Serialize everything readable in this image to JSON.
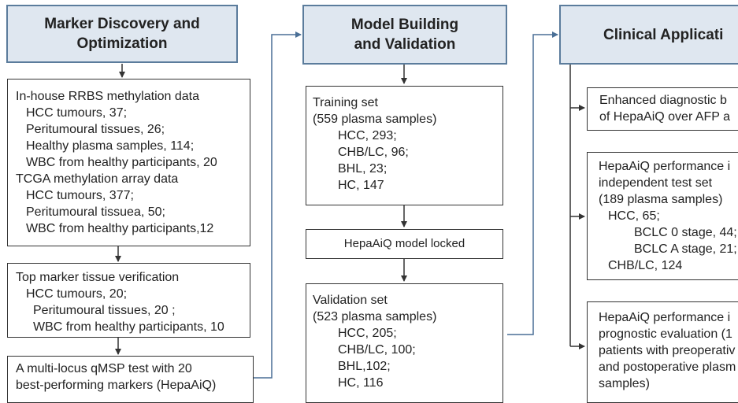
{
  "col1": {
    "header": [
      "Marker Discovery and",
      "Optimization"
    ],
    "box1": {
      "lines": [
        "In-house RRBS methylation data",
        "HCC tumours, 37;",
        "Peritumoural tissues, 26;",
        "Healthy plasma samples, 114;",
        "WBC from healthy participants, 20",
        "TCGA methylation array data",
        "HCC tumours, 377;",
        "Peritumoural tissuea, 50;",
        "WBC from healthy participants,12"
      ]
    },
    "box2": {
      "lines": [
        "Top marker tissue verification",
        "HCC tumours, 20;",
        "Peritumoural tissues, 20 ;",
        "WBC from healthy participants, 10"
      ]
    },
    "box3": {
      "lines": [
        "A multi-locus qMSP test with 20",
        "best-performing markers (HepaAiQ)"
      ]
    }
  },
  "col2": {
    "header": [
      "Model Building",
      "and Validation"
    ],
    "training": {
      "lines": [
        "Training set",
        "(559 plasma samples)",
        "HCC, 293;",
        "CHB/LC, 96;",
        "BHL, 23;",
        "HC, 147"
      ]
    },
    "locked": "HepaAiQ model locked",
    "validation": {
      "lines": [
        "Validation set",
        "(523 plasma samples)",
        "HCC, 205;",
        "CHB/LC, 100;",
        "BHL,102;",
        "HC, 116"
      ]
    }
  },
  "col3": {
    "header": [
      "Clinical Applicati"
    ],
    "box1": {
      "lines": [
        "Enhanced diagnostic b",
        "of HepaAiQ over AFP a"
      ]
    },
    "box2": {
      "lines": [
        "HepaAiQ performance i",
        "independent test set",
        "(189 plasma samples)",
        "HCC, 65;",
        "BCLC 0 stage, 44;",
        "BCLC A stage, 21;",
        "CHB/LC, 124"
      ]
    },
    "box3": {
      "lines": [
        "HepaAiQ performance i",
        "prognostic evaluation (1",
        "patients with preoperativ",
        "and postoperative plasm",
        "samples)"
      ]
    }
  },
  "colors": {
    "header_fill": "#dfe7f0",
    "header_border": "#5b7c9c",
    "connector_blue": "#4a6f96",
    "arrow_dark": "#333333"
  }
}
